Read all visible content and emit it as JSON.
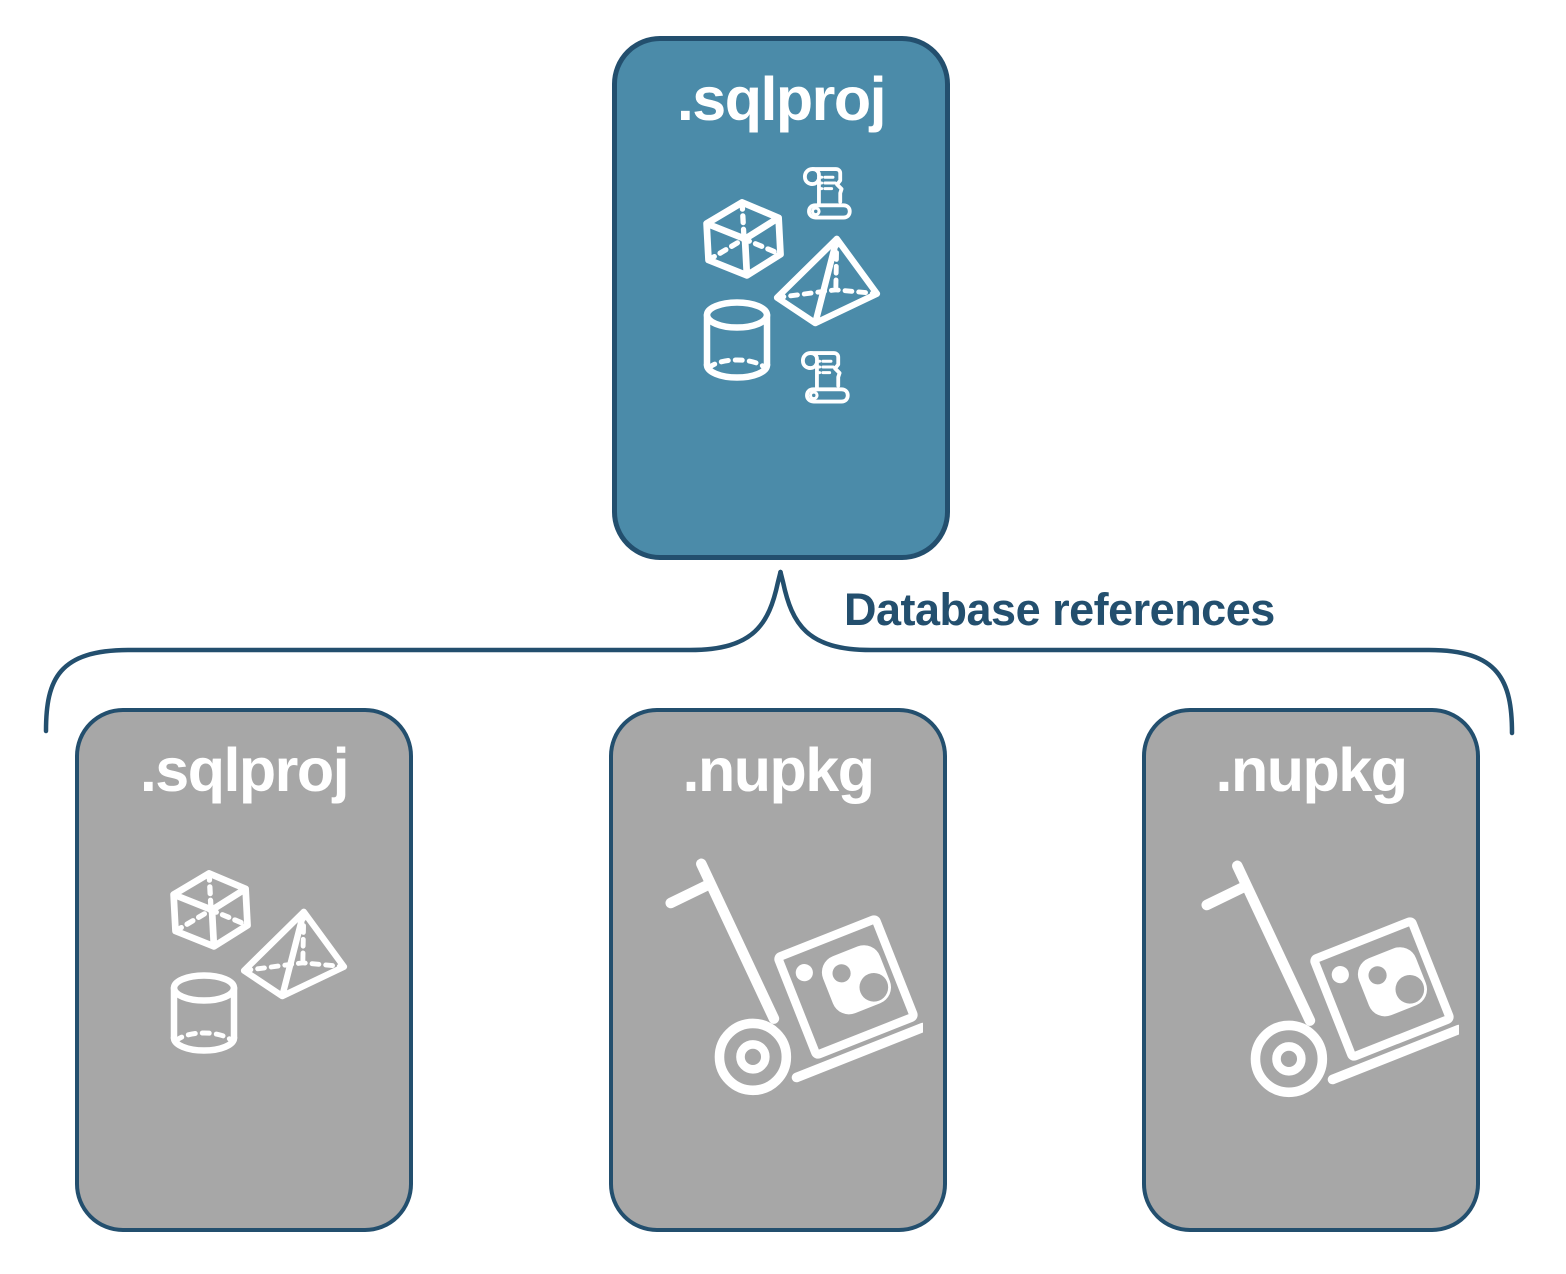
{
  "diagram": {
    "main_card": {
      "title": ".sqlproj",
      "icons": [
        "cube-icon",
        "scroll-icon",
        "pyramid-icon",
        "cylinder-icon",
        "scroll-icon"
      ]
    },
    "reference_cards": [
      {
        "title": ".sqlproj",
        "icons": [
          "cube-icon",
          "pyramid-icon",
          "cylinder-icon"
        ]
      },
      {
        "title": ".nupkg",
        "icons": [
          "package-dolly-icon"
        ]
      },
      {
        "title": ".nupkg",
        "icons": [
          "package-dolly-icon"
        ]
      }
    ],
    "connector_label": "Database references",
    "colors": {
      "card_blue": "#4B8BA9",
      "card_gray": "#A7A7A7",
      "outline_navy": "#234F6E",
      "icon_white": "#FFFFFF"
    }
  }
}
